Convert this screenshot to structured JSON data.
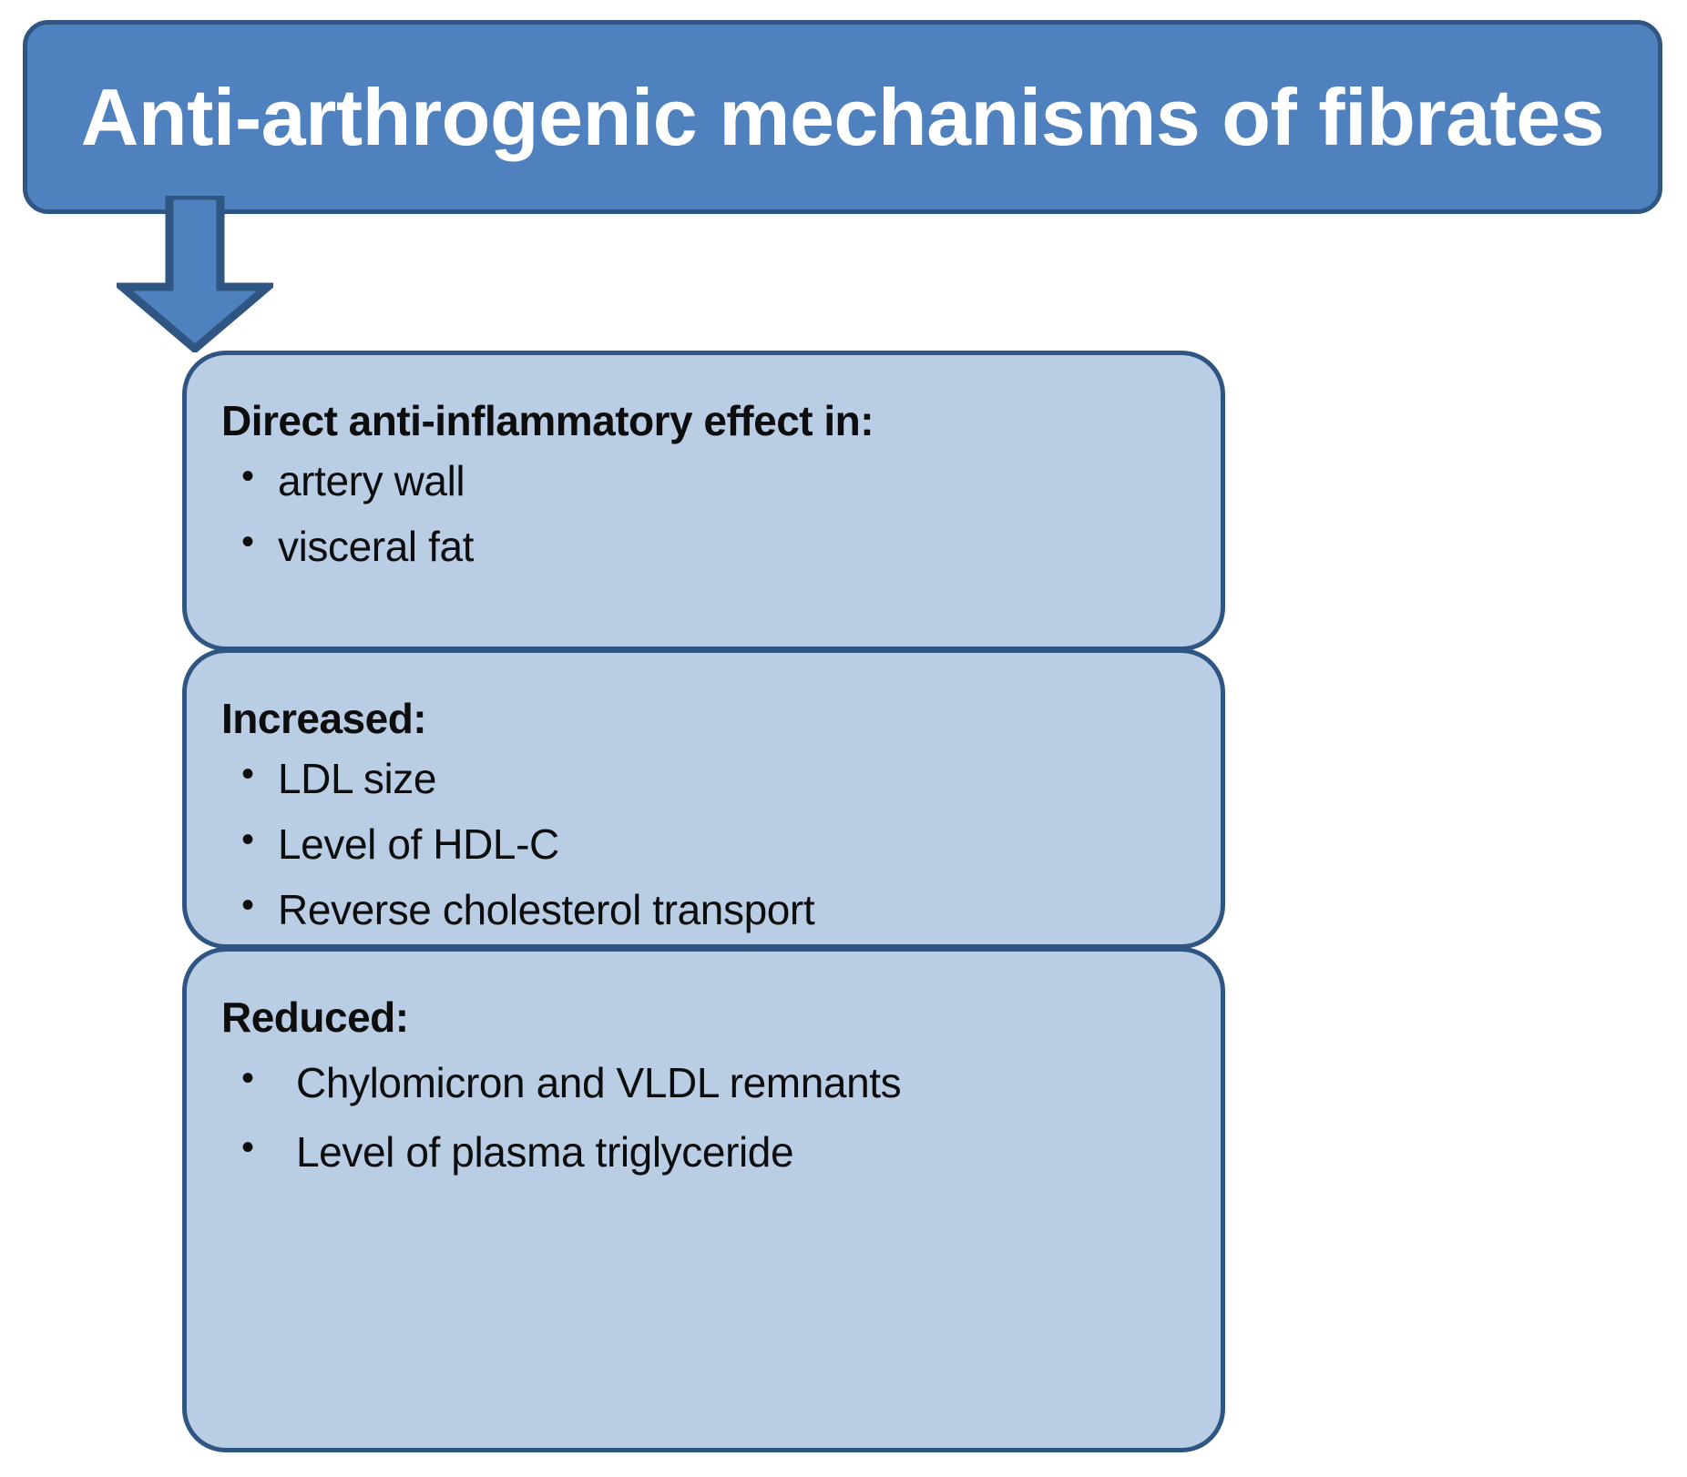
{
  "diagram": {
    "title": "Anti-arthrogenic mechanisms of fibrates",
    "colors": {
      "header_fill": "#4E81BD",
      "header_border": "#2F5582",
      "header_text": "#FFFFFF",
      "box_fill": "#B9CDE5",
      "box_border": "#2F5582",
      "box_text": "#0D0D0D",
      "arrow_fill": "#4E81BD",
      "arrow_border": "#2F5582",
      "background": "#FFFFFF"
    },
    "connector": {
      "icon": "down-arrow-icon",
      "direction": "down"
    },
    "boxes": [
      {
        "heading": "Direct anti-inflammatory effect in:",
        "items": [
          "artery wall",
          "visceral fat"
        ]
      },
      {
        "heading": "Increased:",
        "items": [
          "LDL size",
          "Level of HDL-C",
          "Reverse cholesterol transport"
        ]
      },
      {
        "heading": "Reduced:",
        "items": [
          "Chylomicron and VLDL remnants",
          "Level of plasma triglyceride"
        ]
      }
    ]
  }
}
